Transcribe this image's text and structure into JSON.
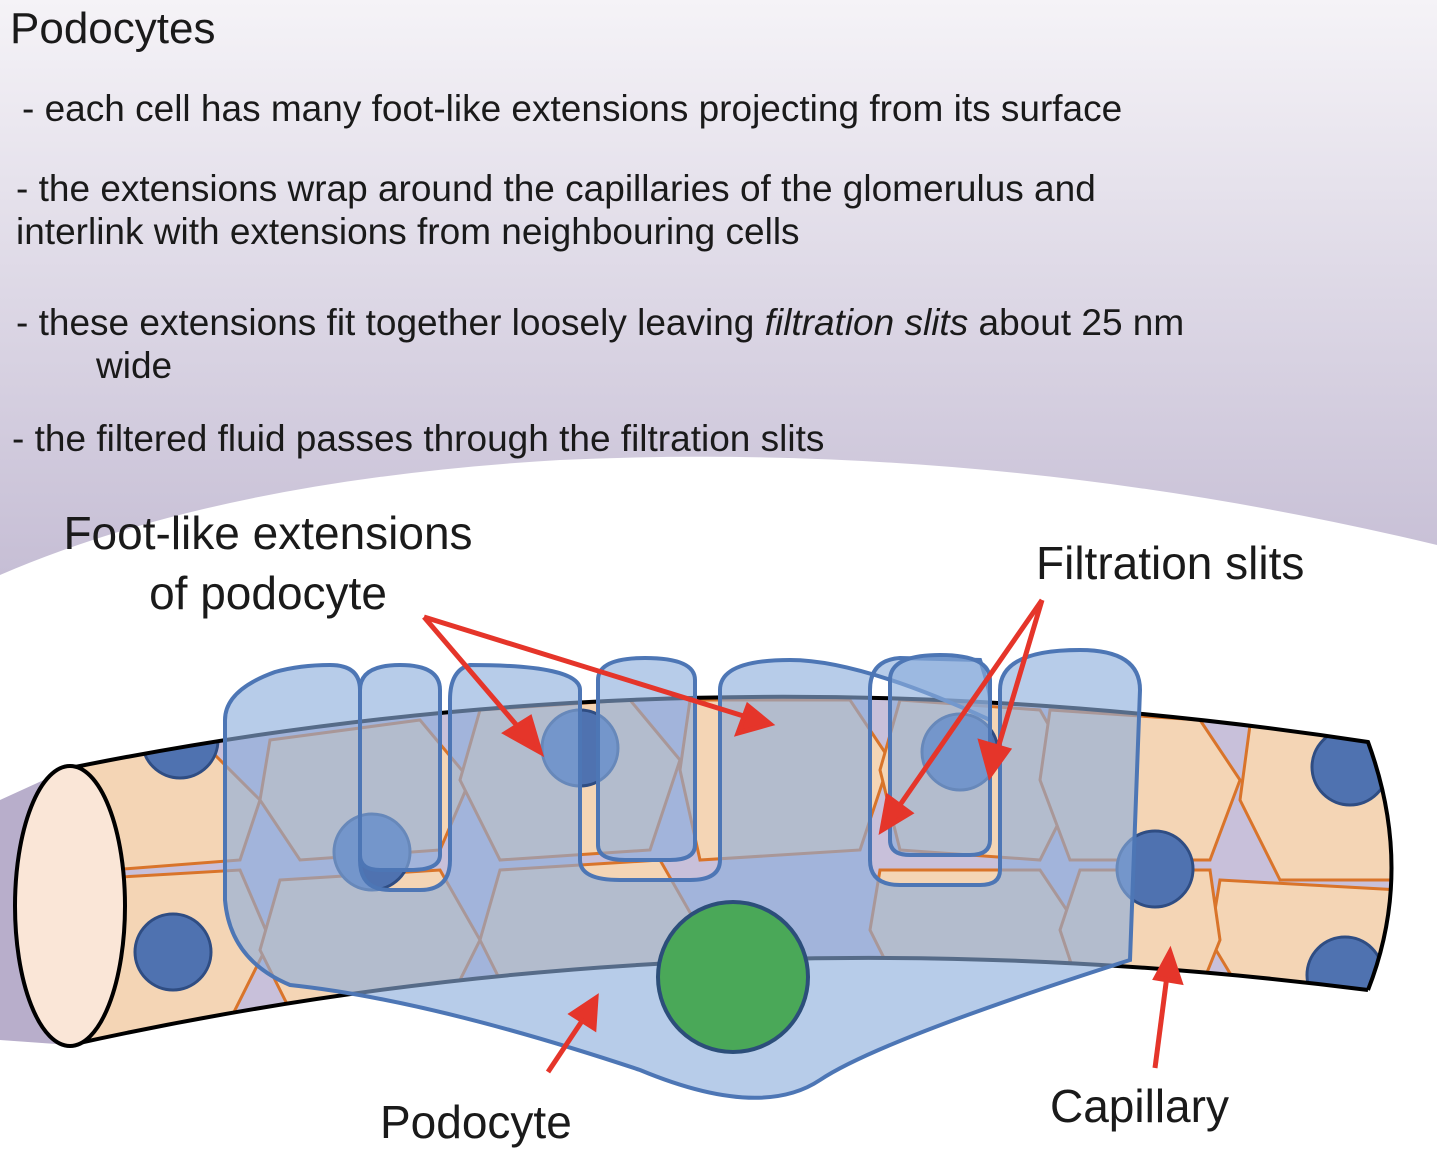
{
  "title": "Podocytes",
  "bullets": {
    "b1": "- each cell has many foot-like extensions projecting from its surface",
    "b2_line1": "- the extensions wrap around the capillaries of the glomerulus and",
    "b2_line2": "interlink with extensions from neighbouring cells",
    "b3_pre": "- these extensions fit together loosely leaving ",
    "b3_em": "filtration slits",
    "b3_post": " about 25 nm",
    "b3_line2": "wide",
    "b4": "- the filtered fluid passes through the filtration slits"
  },
  "labels": {
    "feet_line1": "Foot-like extensions",
    "feet_line2": "of podocyte",
    "slits": "Filtration slits",
    "podocyte": "Podocyte",
    "capillary": "Capillary"
  },
  "colors": {
    "header_gradient_top": "#f3f1f6",
    "header_gradient_bottom": "#c4bcd3",
    "capillary_wall": "#f4d5b5",
    "cell_border": "#d9742a",
    "nucleus": "#4f72b0",
    "podocyte_fill": "#8aaddb",
    "podocyte_stroke": "#4d76b5",
    "podocyte_nucleus": "#4aa858",
    "arrow": "#e5352a"
  }
}
